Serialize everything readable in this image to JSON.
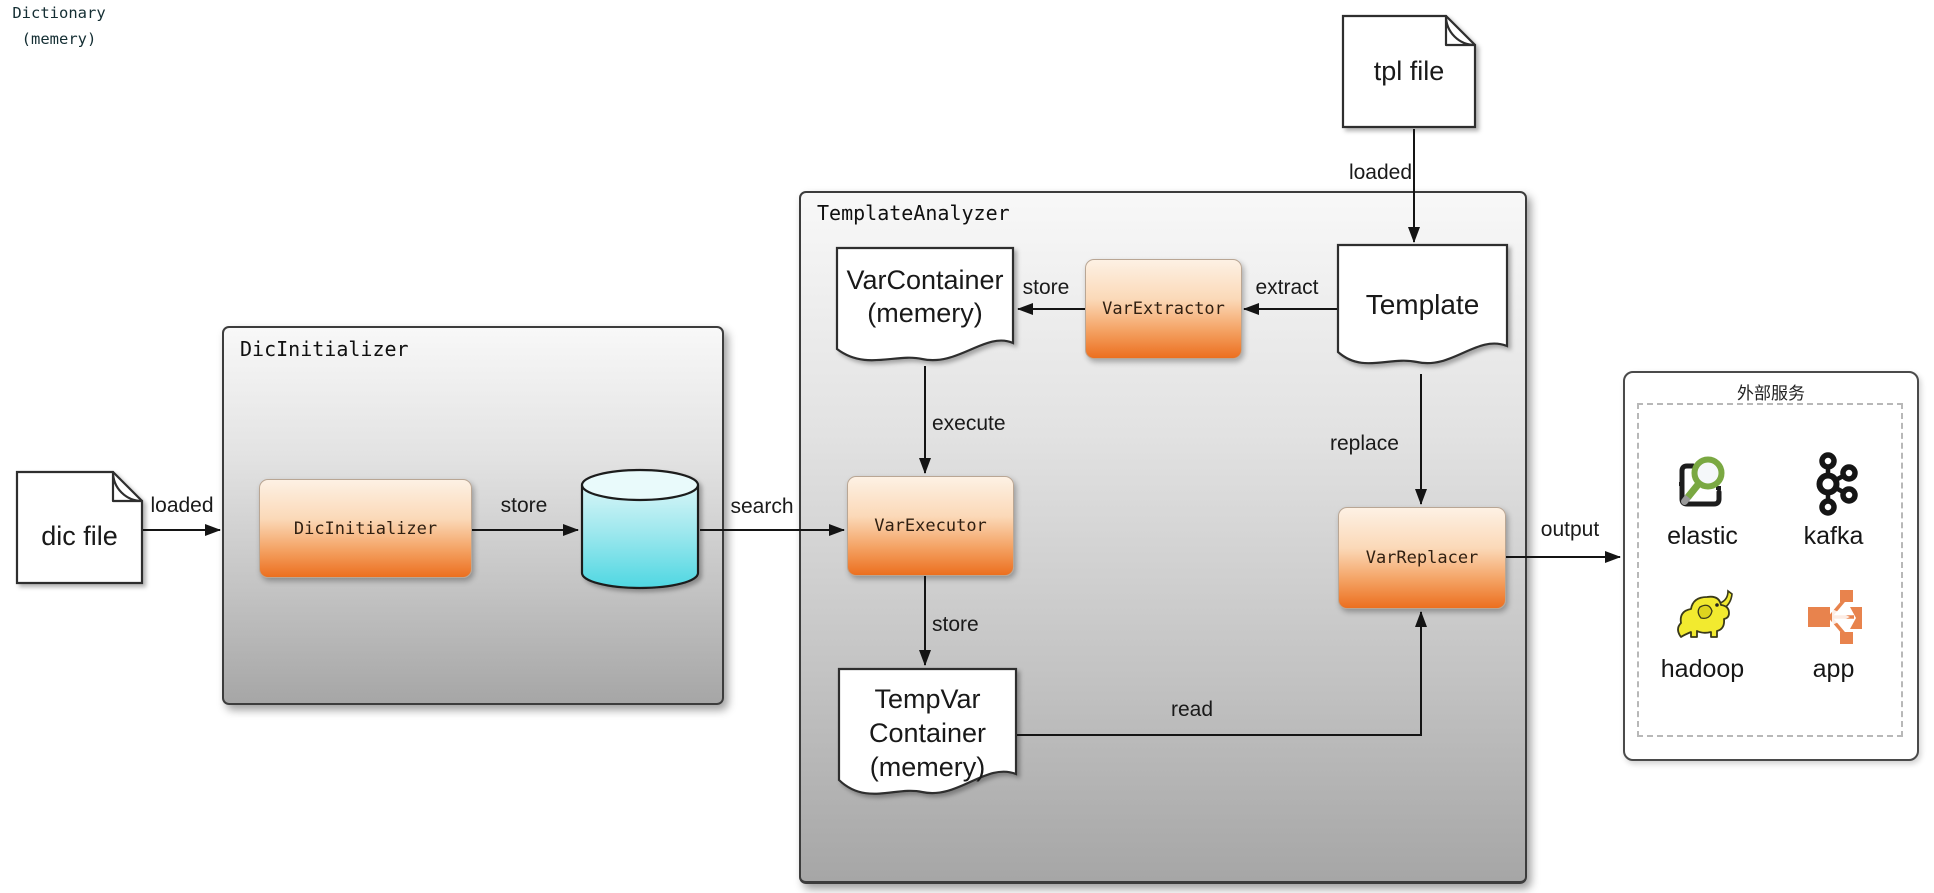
{
  "diagram": {
    "files": {
      "dic": "dic file",
      "tpl": "tpl file"
    },
    "groups": {
      "dic_initializer": {
        "title": "DicInitializer"
      },
      "template_analyzer": {
        "title": "TemplateAnalyzer"
      }
    },
    "nodes": {
      "dic_initializer": "DicInitializer",
      "var_extractor": "VarExtractor",
      "var_executor": "VarExecutor",
      "var_replacer": "VarReplacer"
    },
    "stores": {
      "dictionary": {
        "line1": "Dictionary",
        "line2": "(memery)"
      },
      "var_container": {
        "line1": "VarContainer",
        "line2": "(memery)"
      },
      "template": {
        "line1": "Template"
      },
      "tempvar_container": {
        "line1": "TempVar",
        "line2": "Container",
        "line3": "(memery)"
      }
    },
    "edges": {
      "dic_loaded": "loaded",
      "dic_store": "store",
      "search": "search",
      "var_store": "store",
      "extract": "extract",
      "execute": "execute",
      "tpl_loaded": "loaded",
      "replace": "replace",
      "temp_store": "store",
      "read": "read",
      "output": "output"
    },
    "external": {
      "title": "外部服务",
      "services": [
        {
          "name": "elastic",
          "icon": "elasticsearch-icon"
        },
        {
          "name": "kafka",
          "icon": "kafka-icon"
        },
        {
          "name": "hadoop",
          "icon": "hadoop-elephant-icon"
        },
        {
          "name": "app",
          "icon": "app-icon"
        }
      ]
    },
    "colors": {
      "node_orange_top": "#fdf1e4",
      "node_orange_bottom": "#ec6f1f",
      "group_gray_top": "#f8f8f8",
      "group_gray_bottom": "#a6a6a6",
      "cylinder_top": "#e9fafb",
      "cylinder_bottom": "#4fd7e2",
      "elastic_green": "#7aa842",
      "hadoop_yellow": "#f2ea2f",
      "app_orange": "#e8834d",
      "arrow_black": "#141414"
    }
  }
}
